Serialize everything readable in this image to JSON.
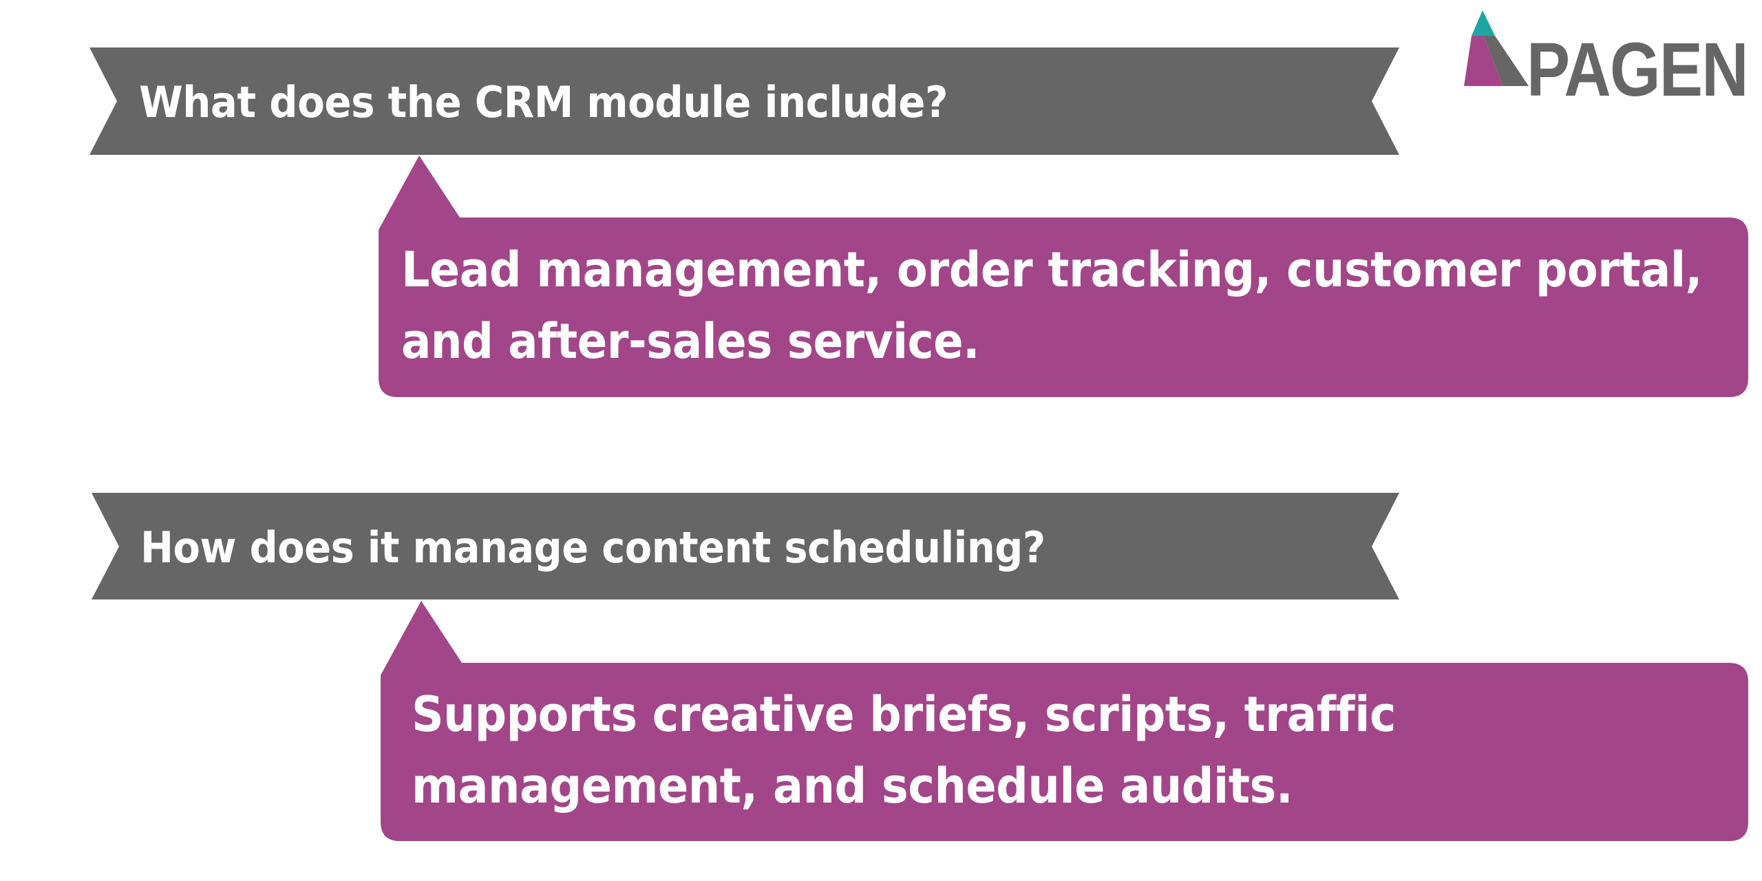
{
  "colors": {
    "banner": "#666666",
    "answer": "#a24689",
    "text": "#ffffff",
    "logo_teal": "#1ba6a3",
    "logo_magenta": "#a24689",
    "logo_gray": "#666666"
  },
  "logo": {
    "text": "PAGEN"
  },
  "faq": [
    {
      "question": "What does the CRM module include?",
      "answer_lines": [
        "Lead management, order tracking, customer portal,",
        "and after-sales service."
      ]
    },
    {
      "question": "How does it manage content scheduling?",
      "answer_lines": [
        "Supports creative briefs, scripts, traffic",
        "management, and schedule audits."
      ]
    }
  ]
}
